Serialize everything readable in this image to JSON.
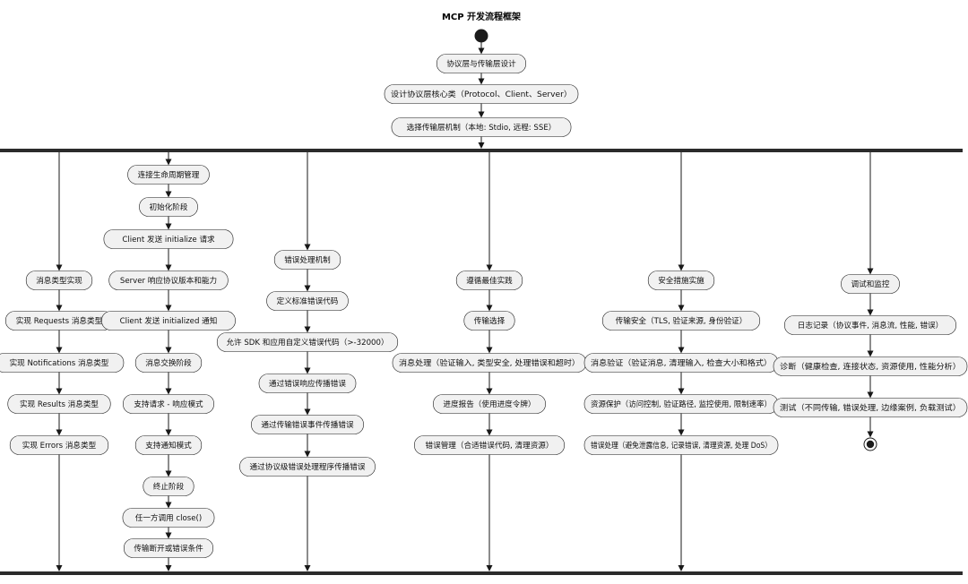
{
  "title": "MCP 开发流程框架",
  "steps_top": [
    "协议层与传输层设计",
    "设计协议层核心类（Protocol、Client、Server）",
    "选择传输层机制（本地: Stdio, 远程: SSE）"
  ],
  "branches": [
    {
      "id": "message-types",
      "steps": [
        "消息类型实现",
        "实现 Requests 消息类型",
        "实现 Notifications 消息类型",
        "实现 Results 消息类型",
        "实现 Errors 消息类型"
      ]
    },
    {
      "id": "lifecycle",
      "steps": [
        "连接生命周期管理",
        "初始化阶段",
        "Client 发送 initialize 请求",
        "Server 响应协议版本和能力",
        "Client 发送 initialized 通知",
        "消息交换阶段",
        "支持请求 - 响应模式",
        "支持通知模式",
        "终止阶段",
        "任一方调用 close()",
        "传输断开或错误条件"
      ]
    },
    {
      "id": "error-handling",
      "steps": [
        "错误处理机制",
        "定义标准错误代码",
        "允许 SDK 和应用自定义错误代码（>-32000）",
        "通过错误响应传播错误",
        "通过传输错误事件传播错误",
        "通过协议级错误处理程序传播错误"
      ]
    },
    {
      "id": "best-practices",
      "steps": [
        "遵循最佳实践",
        "传输选择",
        "消息处理（验证输入, 类型安全, 处理错误和超时）",
        "进度报告（使用进度令牌）",
        "错误管理（合适错误代码, 清理资源）"
      ]
    },
    {
      "id": "security",
      "steps": [
        "安全措施实施",
        "传输安全（TLS, 验证来源, 身份验证）",
        "消息验证（验证消息, 清理输入, 检查大小和格式）",
        "资源保护（访问控制, 验证路径, 监控使用, 限制速率）",
        "错误处理（避免泄露信息, 记录错误, 清理资源, 处理 DoS）"
      ]
    },
    {
      "id": "debugging",
      "steps": [
        "调试和监控",
        "日志记录（协议事件, 消息流, 性能, 错误）",
        "诊断（健康检查, 连接状态, 资源使用, 性能分析）",
        "测试（不同传输, 错误处理, 边缘案例, 负载测试）"
      ]
    }
  ]
}
